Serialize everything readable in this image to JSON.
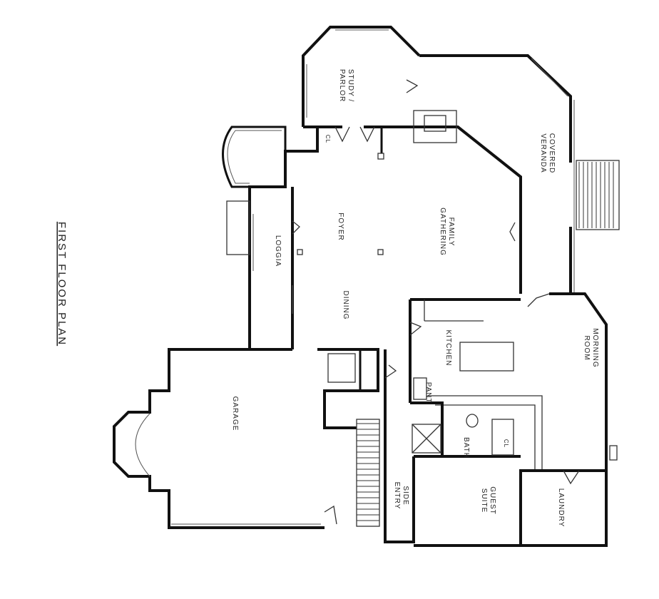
{
  "plan_title": "FIRST FLOOR PLAN",
  "rooms": {
    "study_parlor": [
      "STUDY /",
      "PARLOR"
    ],
    "covered_veranda": [
      "COVERED",
      "VERANDA"
    ],
    "family_gathering": [
      "FAMILY",
      "GATHERING"
    ],
    "foyer": "FOYER",
    "loggia": "LOGGIA",
    "dining": "DINING",
    "kitchen": "KITCHEN",
    "morning_room": [
      "MORNING",
      "ROOM"
    ],
    "garage": "GARAGE",
    "pantry": "PANT.",
    "bath": "BATH",
    "side_entry": [
      "SIDE",
      "ENTRY"
    ],
    "guest_suite": [
      "GUEST",
      "SUITE"
    ],
    "laundry": "LAUNDRY",
    "closet_1": "CL",
    "closet_2": "CL"
  }
}
